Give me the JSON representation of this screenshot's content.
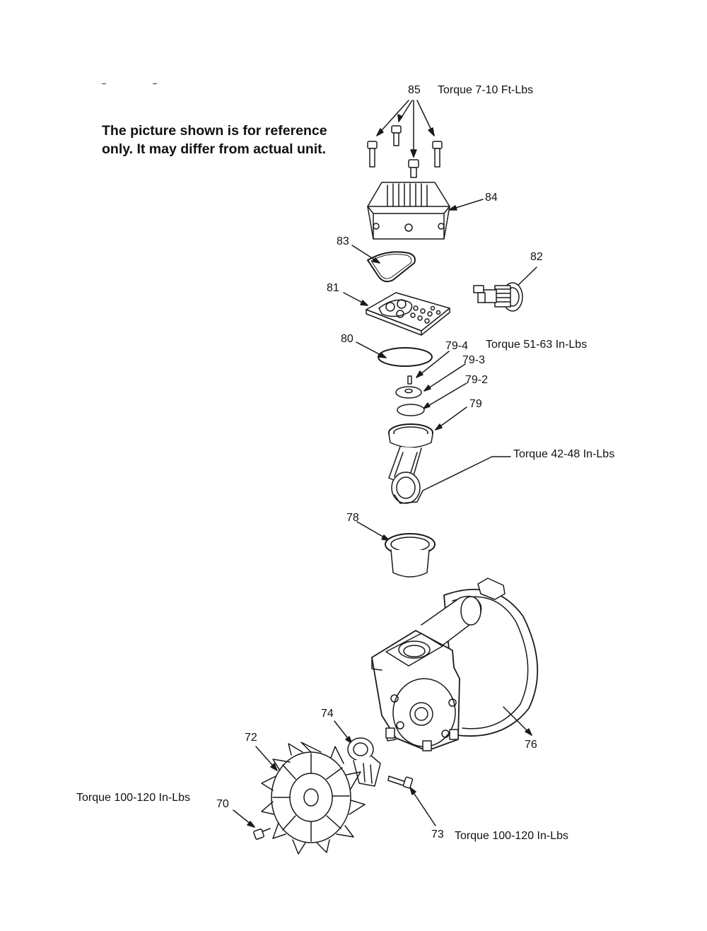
{
  "notice": {
    "line1": "The picture shown is for reference",
    "line2": "only. It may differ from actual unit."
  },
  "parts": [
    {
      "id": "p85",
      "number": "85"
    },
    {
      "id": "p84",
      "number": "84"
    },
    {
      "id": "p83",
      "number": "83"
    },
    {
      "id": "p82",
      "number": "82"
    },
    {
      "id": "p81",
      "number": "81"
    },
    {
      "id": "p80",
      "number": "80"
    },
    {
      "id": "p79_4",
      "number": "79-4"
    },
    {
      "id": "p79_3",
      "number": "79-3"
    },
    {
      "id": "p79_2",
      "number": "79-2"
    },
    {
      "id": "p79",
      "number": "79"
    },
    {
      "id": "p78",
      "number": "78"
    },
    {
      "id": "p76",
      "number": "76"
    },
    {
      "id": "p74",
      "number": "74"
    },
    {
      "id": "p72",
      "number": "72"
    },
    {
      "id": "p70",
      "number": "70"
    },
    {
      "id": "p73",
      "number": "73"
    }
  ],
  "torque": {
    "t85": "Torque 7-10 Ft-Lbs",
    "t79_4": "Torque 51-63 In-Lbs",
    "t_rod": "Torque 42-48 In-Lbs",
    "t70": "Torque 100-120 In-Lbs",
    "t73": "Torque 100-120 In-Lbs"
  }
}
